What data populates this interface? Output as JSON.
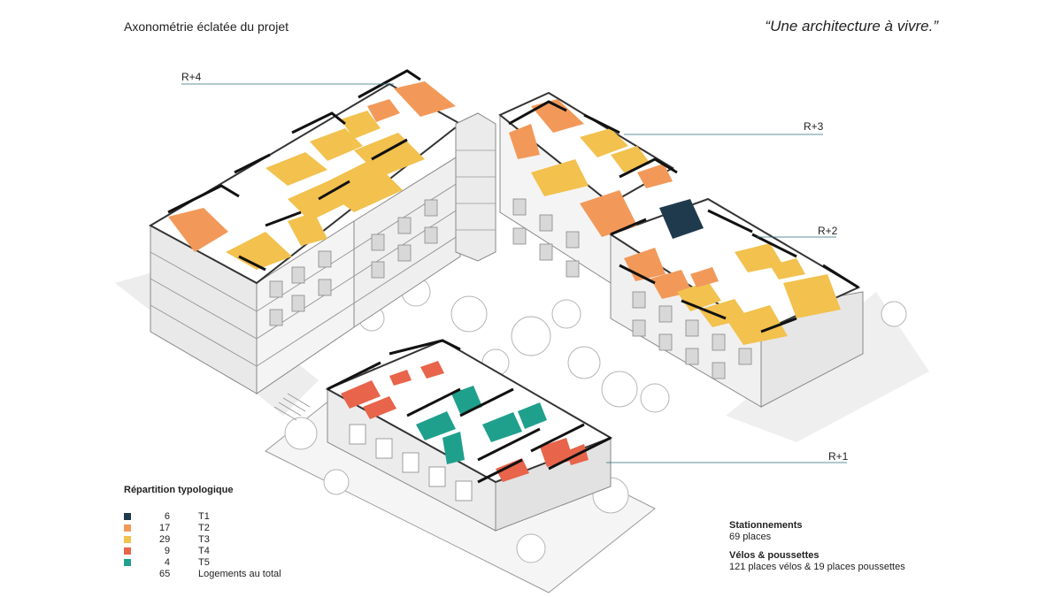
{
  "header": {
    "title": "Axonométrie éclatée du projet",
    "quote": "“Une architecture à vivre.”"
  },
  "levels": {
    "r4": "R+4",
    "r3": "R+3",
    "r2": "R+2",
    "r1": "R+1"
  },
  "legend": {
    "title": "Répartition typologique",
    "items": [
      {
        "count": "6",
        "label": "T1",
        "color": "#1f3a4d"
      },
      {
        "count": "17",
        "label": "T2",
        "color": "#f2995a"
      },
      {
        "count": "29",
        "label": "T3",
        "color": "#f2c14e"
      },
      {
        "count": "9",
        "label": "T4",
        "color": "#e8644a"
      },
      {
        "count": "4",
        "label": "T5",
        "color": "#1fa08c"
      }
    ],
    "total_count": "65",
    "total_label": "Logements au total"
  },
  "info": {
    "parking_heading": "Stationnements",
    "parking_value": "69 places",
    "bikes_heading": "Vélos & poussettes",
    "bikes_value": "121 places vélos & 19 places poussettes"
  }
}
